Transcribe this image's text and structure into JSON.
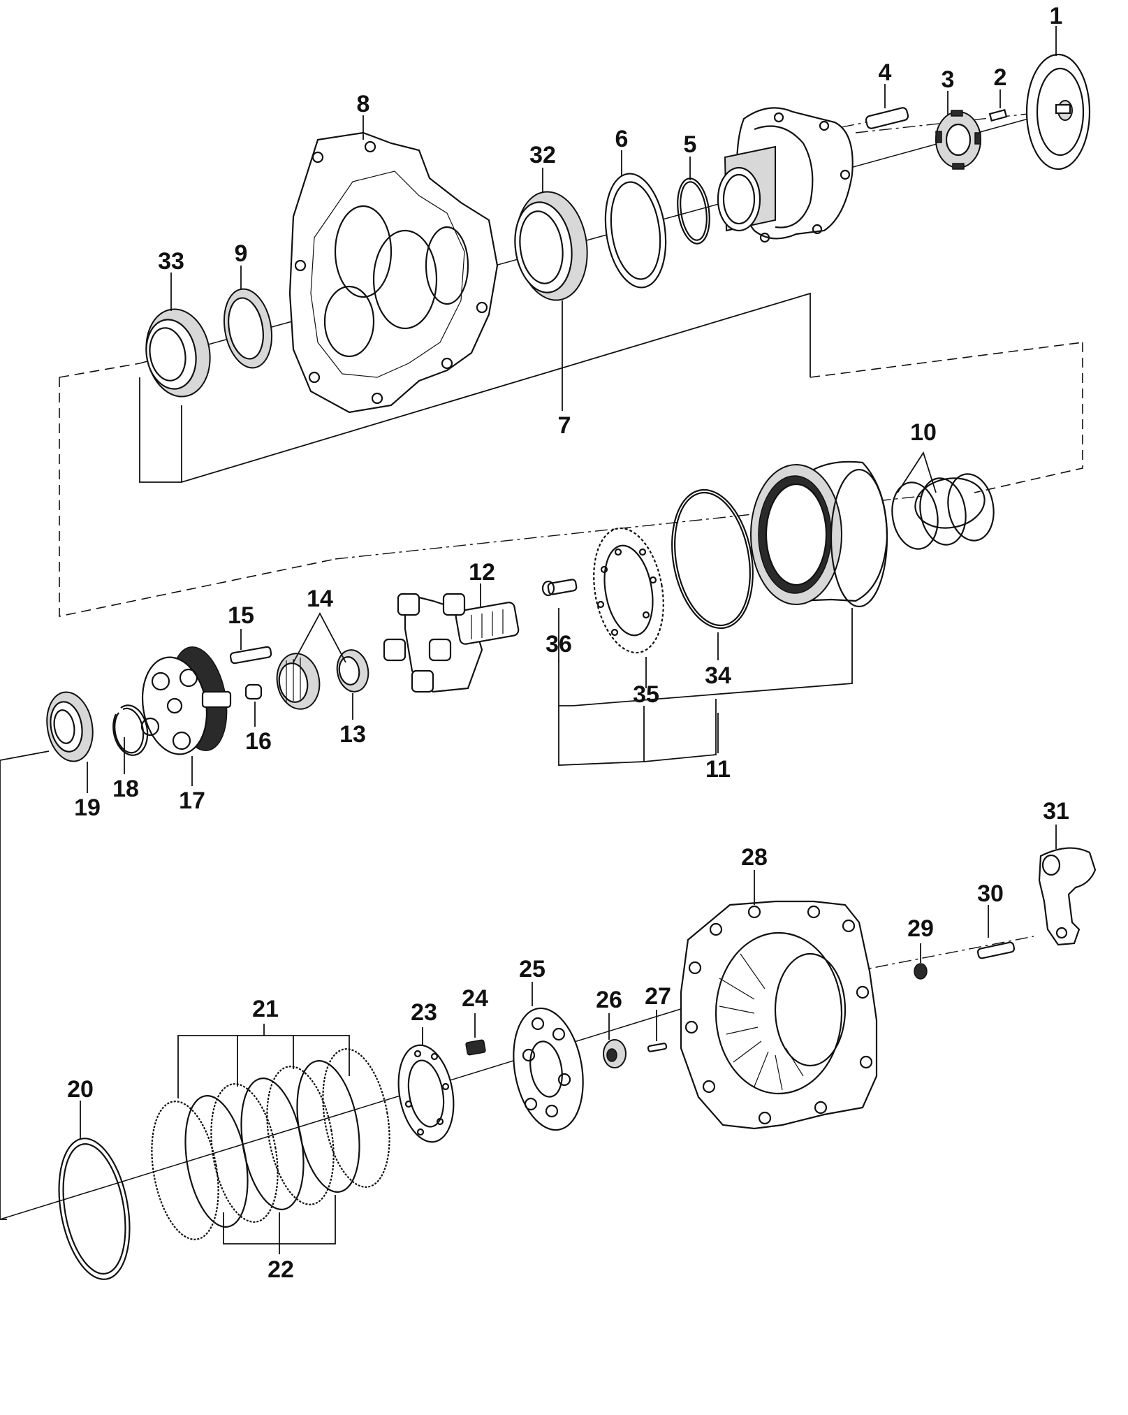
{
  "callouts": {
    "c1": "1",
    "c2": "2",
    "c3": "3",
    "c4": "4",
    "c5": "5",
    "c6": "6",
    "c7": "7",
    "c8": "8",
    "c9": "9",
    "c10": "10",
    "c11": "11",
    "c12": "12",
    "c13": "13",
    "c14": "14",
    "c15": "15",
    "c16": "16",
    "c17": "17",
    "c18": "18",
    "c19": "19",
    "c20": "20",
    "c21": "21",
    "c22": "22",
    "c23": "23",
    "c24": "24",
    "c25": "25",
    "c26": "26",
    "c27": "27",
    "c28": "28",
    "c29": "29",
    "c30": "30",
    "c31": "31",
    "c32": "32",
    "c33": "33",
    "c34": "34",
    "c35": "35",
    "c36": "36"
  }
}
